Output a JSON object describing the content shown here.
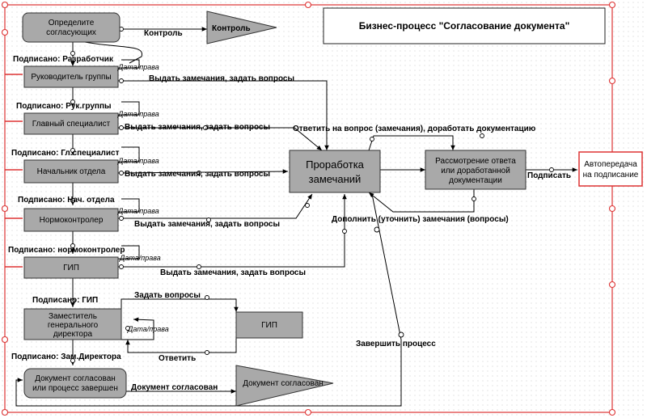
{
  "title": "Бизнес-процесс \"Согласование документа\"",
  "nodes": {
    "define": [
      "Определите",
      "согласующих"
    ],
    "control": "Контроль",
    "head_group": "Руководитель группы",
    "chief_spec": "Главный специалист",
    "dept_head": "Начальник отдела",
    "norm_ctrl": "Нормоконтролер",
    "gip": "ГИП",
    "deputy": [
      "Заместитель",
      "генерального",
      "директора"
    ],
    "gip2": "ГИП",
    "doc_agreed": [
      "Документ согласован",
      "или процесс завершен"
    ],
    "doc_agreed_out": "Документ согласован",
    "rework": [
      "Проработка",
      "замечаний"
    ],
    "review": [
      "Рассмотрение ответа",
      "или доработанной",
      "документации"
    ],
    "auto": [
      "Автопередача",
      "на подписание"
    ]
  },
  "labels": {
    "control": "Контроль",
    "signed_dev": "Подписано: Разработчик",
    "signed_rg": "Подписано: Рук.группы",
    "signed_gs": "Подписано: Гл.специалист",
    "signed_no": "Подписано: Нач. отдела",
    "signed_nk": "Подписано: нормоконтролер",
    "signed_gip": "Подписано: ГИП",
    "signed_zd": "Подписано: Зам.Директора",
    "date1": "Дата/права",
    "date2": "Дата/права",
    "date3": "Дата/права",
    "date4": "Дата/права",
    "date5": "Дата/права",
    "date6": "Дата/права",
    "remarks1": "Выдать замечания, задать вопросы",
    "remarks2": "Выдать замечания, задать вопросы",
    "remarks3": "Выдать замечания, задать вопросы",
    "remarks4": "Выдать замечания, задать вопросы",
    "remarks5": "Выдать замечания, задать вопросы",
    "answer_question": "Ответить на вопрос (замечания), доработать документацию",
    "sign": "Подписать",
    "supplement": "Дополнить (уточнить) замечания (вопросы)",
    "ask": "Задать вопросы",
    "reply": "Ответить",
    "finish": "Завершить процесс",
    "doc_agreed_edge": "Документ согласован"
  }
}
